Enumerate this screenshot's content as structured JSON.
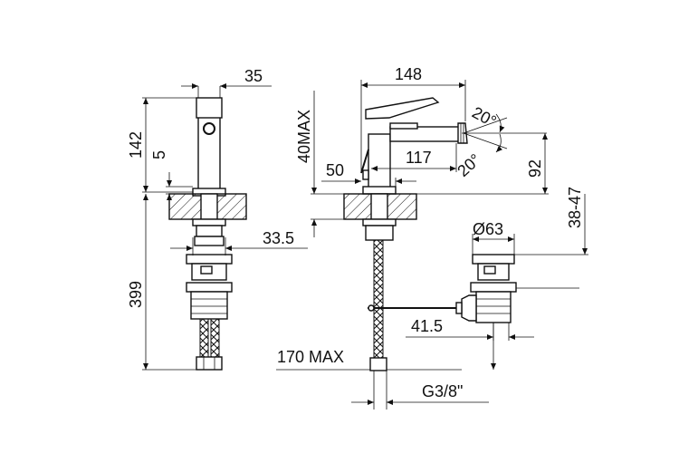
{
  "diagram": {
    "dimensions": {
      "d35": "35",
      "d142": "142",
      "d5": "5",
      "d33_5": "33.5",
      "d399": "399",
      "d148": "148",
      "d40max": "40MAX",
      "d20_top": "20°",
      "d20_bottom": "20°",
      "d50": "50",
      "d117": "117",
      "d92": "92",
      "d38_47": "38-47",
      "d63": "Ø63",
      "d41_5": "41.5",
      "d170max": "170 MAX",
      "thread": "G3/8\""
    }
  }
}
